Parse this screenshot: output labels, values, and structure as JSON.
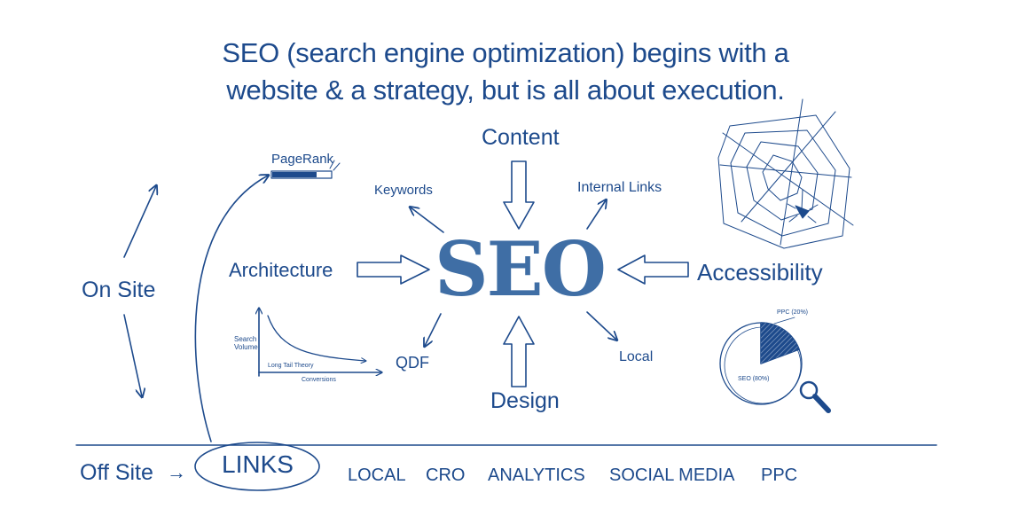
{
  "colors": {
    "ink": "#1d4a8c",
    "seo_fill": "#3f6ea5"
  },
  "title": {
    "line1": "SEO (search engine optimization) begins with a",
    "line2": "website & a strategy, but is all about execution."
  },
  "center": {
    "label": "SEO"
  },
  "nodes": {
    "content": "Content",
    "keywords": "Keywords",
    "internal_links": "Internal Links",
    "architecture": "Architecture",
    "accessibility": "Accessibility",
    "qdf": "QDF",
    "local": "Local",
    "design": "Design",
    "pagerank": "PageRank"
  },
  "left": {
    "on_site": "On Site",
    "off_site": "Off Site",
    "off_site_arrow": "→"
  },
  "links_label": "LINKS",
  "bottom_items": [
    "LOCAL",
    "CRO",
    "ANALYTICS",
    "SOCIAL MEDIA",
    "PPC"
  ],
  "long_tail_chart": {
    "y_label_line1": "Search",
    "y_label_line2": "Volume",
    "curve_label": "Long Tail Theory",
    "x_label": "Conversions"
  },
  "pie": {
    "ppc_label": "PPC (20%)",
    "seo_label": "SEO (80%)"
  },
  "icons": [
    "spider-web-icon",
    "magnifier-icon",
    "pagerank-bar-icon"
  ]
}
